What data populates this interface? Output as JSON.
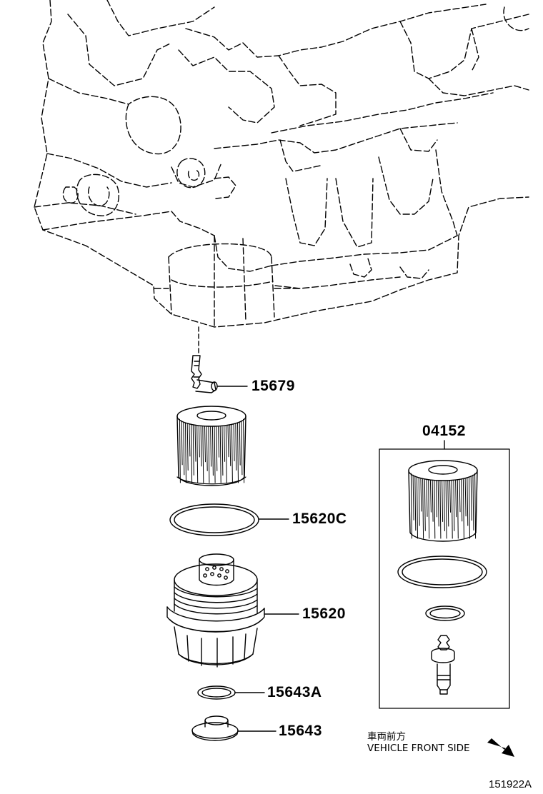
{
  "parts": {
    "drain_union": "15679",
    "oil_filter_element": "15620C",
    "filter_cap_assembly": "15620",
    "cap_gasket": "15643A",
    "drain_plug": "15643",
    "element_kit": "04152"
  },
  "orientation_note": {
    "japanese": "車両前方",
    "english": "VEHICLE FRONT SIDE"
  },
  "illustration_number": "151922A",
  "icons": [
    "front-direction-arrow-icon"
  ]
}
